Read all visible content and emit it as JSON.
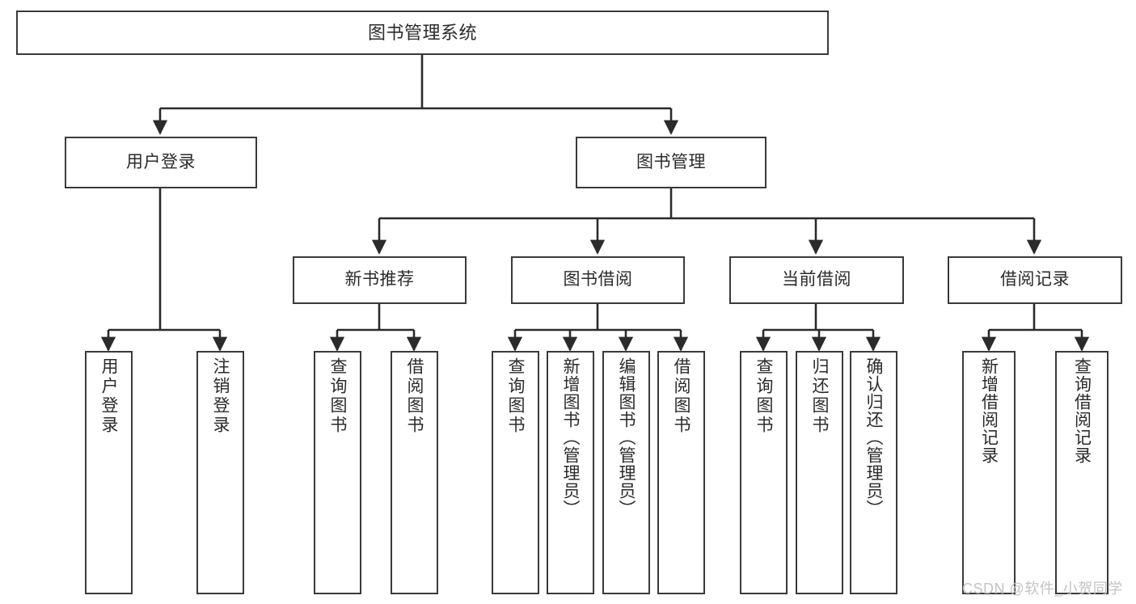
{
  "diagram": {
    "title": "图书管理系统",
    "type": "tree",
    "watermark": "CSDN @软件_小贺同学",
    "colors": {
      "box_border": "#3a3a3a",
      "box_fill": "#ffffff",
      "edge": "#2b2b2b",
      "text": "#2b2b2b",
      "watermark": "#c3c3c3",
      "background": "#ffffff"
    },
    "levels": {
      "root": {
        "label": "图书管理系统"
      },
      "level2": [
        {
          "id": "user-login",
          "label": "用户登录"
        },
        {
          "id": "book-manage",
          "label": "图书管理"
        }
      ],
      "level3": [
        {
          "id": "new-book-recommend",
          "label": "新书推荐",
          "parent": "book-manage"
        },
        {
          "id": "book-borrow",
          "label": "图书借阅",
          "parent": "book-manage"
        },
        {
          "id": "current-borrow",
          "label": "当前借阅",
          "parent": "book-manage"
        },
        {
          "id": "borrow-record",
          "label": "借阅记录",
          "parent": "book-manage"
        }
      ],
      "leaves": [
        {
          "id": "leaf-user-login",
          "label": "用户登录",
          "parent": "user-login"
        },
        {
          "id": "leaf-user-logout",
          "label": "注销登录",
          "parent": "user-login"
        },
        {
          "id": "leaf-query-book-1",
          "label": "查询图书",
          "parent": "new-book-recommend"
        },
        {
          "id": "leaf-borrow-book-1",
          "label": "借阅图书",
          "parent": "new-book-recommend"
        },
        {
          "id": "leaf-query-book-2",
          "label": "查询图书",
          "parent": "book-borrow"
        },
        {
          "id": "leaf-add-book",
          "label": "新增图书（管理员）",
          "parent": "book-borrow"
        },
        {
          "id": "leaf-edit-book",
          "label": "编辑图书（管理员）",
          "parent": "book-borrow"
        },
        {
          "id": "leaf-borrow-book-2",
          "label": "借阅图书",
          "parent": "book-borrow"
        },
        {
          "id": "leaf-query-book-3",
          "label": "查询图书",
          "parent": "current-borrow"
        },
        {
          "id": "leaf-return-book",
          "label": "归还图书",
          "parent": "current-borrow"
        },
        {
          "id": "leaf-confirm-return",
          "label": "确认归还（管理员）",
          "parent": "current-borrow"
        },
        {
          "id": "leaf-add-record",
          "label": "新增借阅记录",
          "parent": "borrow-record"
        },
        {
          "id": "leaf-query-record",
          "label": "查询借阅记录",
          "parent": "borrow-record"
        }
      ]
    }
  }
}
